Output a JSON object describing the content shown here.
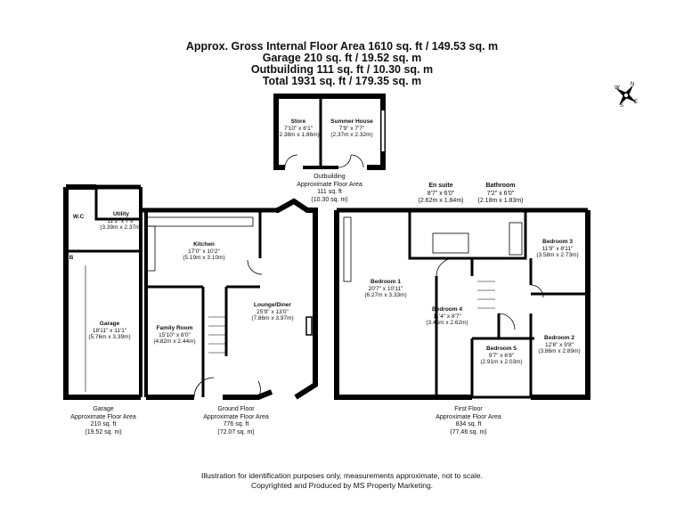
{
  "header": {
    "line1": "Approx. Gross Internal Floor Area 1610 sq. ft / 149.53 sq. m",
    "line2": "Garage 210 sq. ft / 19.52 sq. m",
    "line3": "Outbuilding 111 sq. ft / 10.30 sq. m",
    "line4": "Total 1931 sq. ft / 179.35 sq. m"
  },
  "compass": {
    "n": "N",
    "s": "S",
    "e": "E",
    "w": "W"
  },
  "rooms": {
    "store": {
      "name": "Store",
      "dim1": "7'10\" x 6'1\"",
      "dim2": "(2.38m x 1.86m)"
    },
    "summer_house": {
      "name": "Summer House",
      "dim1": "7'9\" x 7'7\"",
      "dim2": "(2.37m x 2.32m)"
    },
    "wc": {
      "name": "W.C"
    },
    "b": {
      "name": "B"
    },
    "utility": {
      "name": "Utility",
      "dim1": "11'1\" x 7'9\"",
      "dim2": "(3.39m x 2.37m)"
    },
    "kitchen": {
      "name": "Kitchen",
      "dim1": "17'0\" x 10'2\"",
      "dim2": "(5.19m x 3.10m)"
    },
    "garage": {
      "name": "Garage",
      "dim1": "18'11\" x 11'1\"",
      "dim2": "(5.76m x 3.39m)"
    },
    "family": {
      "name": "Family Room",
      "dim1": "15'10\" x 8'0\"",
      "dim2": "(4.82m x 2.44m)"
    },
    "lounge": {
      "name": "Lounge/Diner",
      "dim1": "25'9\" x 13'0\"",
      "dim2": "(7.86m x 3.97m)"
    },
    "ensuite": {
      "name": "En suite",
      "dim1": "8'7\" x 6'0\"",
      "dim2": "(2.62m x 1.84m)"
    },
    "bathroom": {
      "name": "Bathroom",
      "dim1": "7'2\" x 6'0\"",
      "dim2": "(2.18m x 1.83m)"
    },
    "bed1": {
      "name": "Bedroom 1",
      "dim1": "20'7\" x 10'11\"",
      "dim2": "(6.27m x 3.33m)"
    },
    "bed3": {
      "name": "Bedroom 3",
      "dim1": "11'9\" x 8'11\"",
      "dim2": "(3.58m x 2.73m)"
    },
    "bed4": {
      "name": "Bedroom 4",
      "dim1": "11'4\" x 8'7\"",
      "dim2": "(3.45m x 2.62m)"
    },
    "bed2": {
      "name": "Bedroom 2",
      "dim1": "12'8\" x 9'8\"",
      "dim2": "(3.86m x 2.89m)"
    },
    "bed5": {
      "name": "Bedroom 5",
      "dim1": "9'7\" x 6'8\"",
      "dim2": "(2.91m x 2.03m)"
    }
  },
  "areas": {
    "outbuilding": {
      "l1": "Outbuilding",
      "l2": "Approximate Floor Area",
      "l3": "111 sq. ft",
      "l4": "(10.30 sq. m)"
    },
    "garage": {
      "l1": "Garage",
      "l2": "Approximate Floor Area",
      "l3": "210 sq. ft",
      "l4": "(19.52 sq. m)"
    },
    "ground": {
      "l1": "Ground Floor",
      "l2": "Approximate Floor Area",
      "l3": "776 sq. ft",
      "l4": "(72.07 sq. m)"
    },
    "first": {
      "l1": "First Floor",
      "l2": "Approximate Floor Area",
      "l3": "834 sq. ft",
      "l4": "(77.46 sq. m)"
    }
  },
  "footer": {
    "line1": "Illustration for identification purposes only, measurements approximate, not to scale.",
    "line2": "Copyrighted  and Produced by MS Property Marketing."
  }
}
